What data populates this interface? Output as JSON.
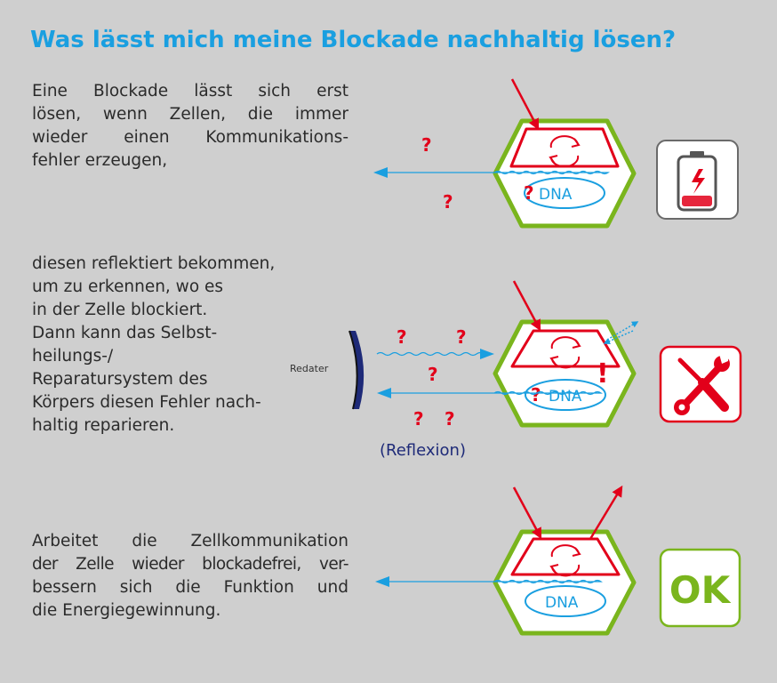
{
  "title": "Was lässt mich meine Blockade nachhaltig lösen?",
  "paragraphs": [
    {
      "lines": [
        "Eine Blockade lässt sich erst",
        "lösen, wenn Zellen, die immer",
        "wieder einen Kommunikations-",
        "fehler erzeugen,"
      ]
    },
    {
      "lines": [
        "diesen reflektiert bekommen,",
        "um zu erkennen, wo es",
        "in der Zelle blockiert.",
        "Dann kann das Selbst-",
        "heilungs-/",
        "Reparatursystem des",
        "Körpers diesen Fehler nach-",
        "haltig reparieren."
      ]
    },
    {
      "lines": [
        "Arbeitet die Zellkommunikation",
        "der Zelle wieder blockadefrei, ver-",
        "bessern sich die Funktion und",
        "die Energiegewinnung."
      ]
    }
  ],
  "cells": [
    {
      "dna_label": "DNA",
      "dna_prefix": "?"
    },
    {
      "dna_label": "DNA",
      "dna_prefix": "?"
    },
    {
      "dna_label": "DNA"
    }
  ],
  "question_mark": "?",
  "exclamation": "!",
  "redater_label": "Redater",
  "reflexion_label": "(Reflexion)",
  "ok_label": "OK",
  "icons": [
    "battery-low-icon",
    "repair-tools-icon",
    "ok-badge"
  ],
  "colors": {
    "title": "#1a9fe0",
    "cell_border": "#7ab51d",
    "arrow_red": "#e2001a",
    "wave_blue": "#1a9fe0",
    "redater": "#1e2a78",
    "ok_green": "#7ab51d"
  }
}
